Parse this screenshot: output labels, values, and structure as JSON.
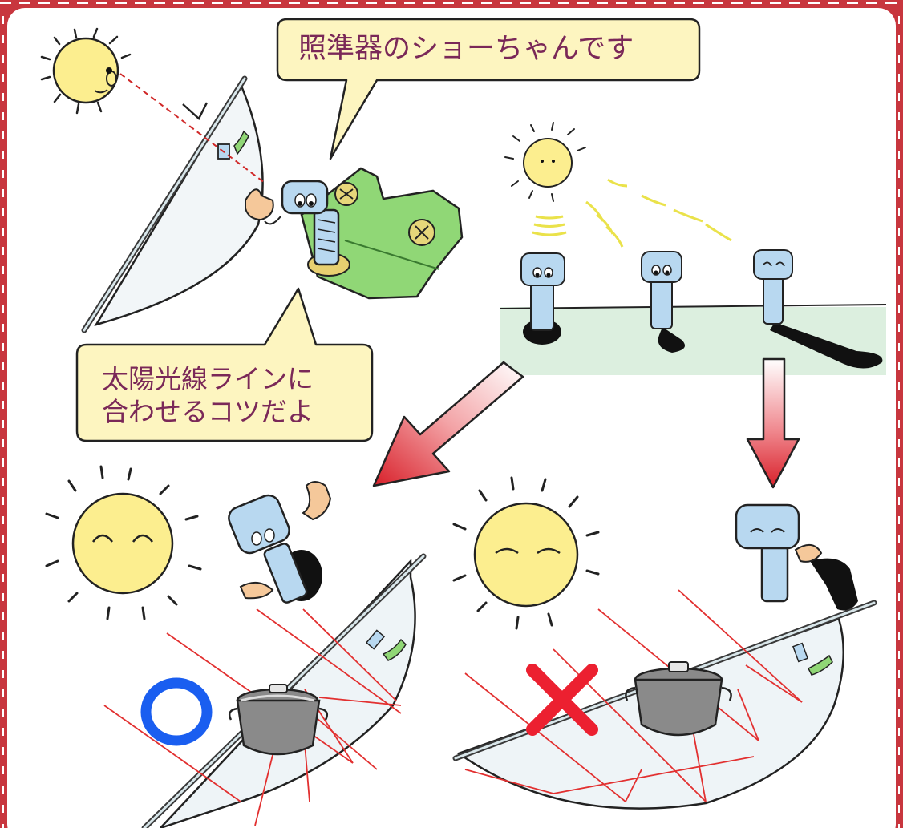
{
  "speech_bubbles": {
    "intro": "照準器のショーちゃんです",
    "tip_line1": "太陽光線ラインに",
    "tip_line2": "合わせるコツだよ"
  },
  "marks": {
    "correct": "O",
    "incorrect": "X"
  },
  "colors": {
    "frame_red": "#c8363e",
    "bubble_fill": "#fdf5c0",
    "bubble_text": "#7a2858",
    "sun_fill": "#fcee8f",
    "bolt_blue": "#b8d8f0",
    "bracket_green": "#90d776",
    "ground_green": "#dcefdf",
    "ray_red": "#e23030",
    "correct_blue": "#1a5ef0",
    "incorrect_red": "#ec2030",
    "pot_gray": "#8a8a8a"
  }
}
